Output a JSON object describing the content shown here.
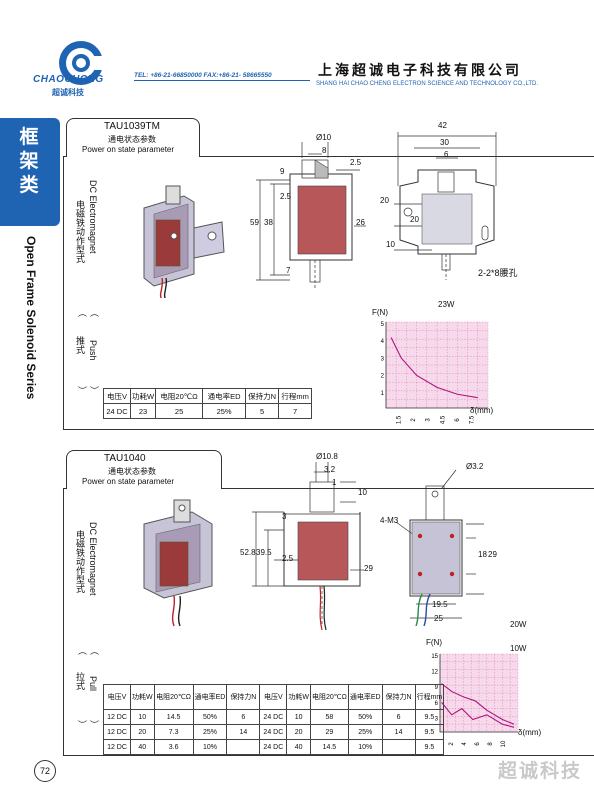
{
  "header": {
    "brand_en": "CHAOCHCNG",
    "brand_cn": "超诚科技",
    "contact": "TEL: +86-21-66850000  FAX:+86-21- 58665550",
    "company_cn": "上海超诚电子科技有限公司",
    "company_en": "SHANG HAI CHAO CHENG ELECTRON SCIENCE AND TECHNOLOGY CO.,LTD."
  },
  "sidebar": {
    "category_cn": "框架类",
    "series_en": "Open Frame Solenoid Series"
  },
  "product1": {
    "model": "TAU1039TM",
    "sub_cn": "通电状态参数",
    "sub_en": "Power on state parameter",
    "type_en": "DC Electromagnet",
    "type_cn": "电磁铁动作型式",
    "action_en": "Push",
    "action_cn": "推式",
    "table_headers": [
      "电压V",
      "功耗W",
      "电阻20℃Ω",
      "通电率ED",
      "保持力N",
      "行程mm"
    ],
    "table_row": [
      "24 DC",
      "23",
      "25",
      "25%",
      "5",
      "7"
    ],
    "dims": {
      "d1": "Ø10",
      "d2": "8",
      "d3": "2.5",
      "d4": "9",
      "d5": "2.5",
      "d6": "38",
      "d7": "59",
      "d8": "26",
      "d9": "7",
      "d10": "42",
      "d11": "30",
      "d12": "6",
      "d13": "20",
      "d14": "20",
      "d15": "10",
      "note": "2-2*8腰孔"
    },
    "chart": {
      "ylabel": "F(N)",
      "xlabel": "δ(mm)",
      "series_label": "23W",
      "yticks": [
        "5",
        "4",
        "3",
        "2",
        "1"
      ],
      "xticks": [
        "1.5",
        "2",
        "3",
        "4.5",
        "6",
        "7.5"
      ]
    }
  },
  "product2": {
    "model": "TAU1040",
    "sub_cn": "通电状态参数",
    "sub_en": "Power on state parameter",
    "type_en": "DC Electromagnet",
    "type_cn": "电磁铁动作型式",
    "action_en": "Pull",
    "action_cn": "拉式",
    "table_headers": [
      "电压V",
      "功耗W",
      "电阻20℃Ω",
      "通电率ED",
      "保持力N",
      "电压V",
      "功耗W",
      "电阻20℃Ω",
      "通电率ED",
      "保持力N",
      "行程mm"
    ],
    "table_rows": [
      [
        "12 DC",
        "10",
        "14.5",
        "50%",
        "6",
        "24 DC",
        "10",
        "58",
        "50%",
        "6",
        "9.5"
      ],
      [
        "12 DC",
        "20",
        "7.3",
        "25%",
        "14",
        "24 DC",
        "20",
        "29",
        "25%",
        "14",
        "9.5"
      ],
      [
        "12 DC",
        "40",
        "3.6",
        "10%",
        "",
        "24 DC",
        "40",
        "14.5",
        "10%",
        "",
        "9.5"
      ]
    ],
    "dims": {
      "d1": "Ø10.8",
      "d2": "3.2",
      "d3": "1",
      "d4": "10",
      "d5": "3",
      "d6": "52.8",
      "d7": "39.5",
      "d8": "2.5",
      "d9": "29",
      "d10": "Ø3.2",
      "d11": "4-M3",
      "d12": "18",
      "d13": "29",
      "d14": "19.5",
      "d15": "25"
    },
    "chart": {
      "ylabel": "F(N)",
      "xlabel": "δ(mm)",
      "series_labels": [
        "20W",
        "10W"
      ],
      "yticks": [
        "15",
        "12",
        "9",
        "6",
        "3"
      ],
      "xticks": [
        "2",
        "4",
        "6",
        "8",
        "10"
      ]
    }
  },
  "footer": {
    "page_number": "72",
    "watermark": "超诚科技"
  }
}
